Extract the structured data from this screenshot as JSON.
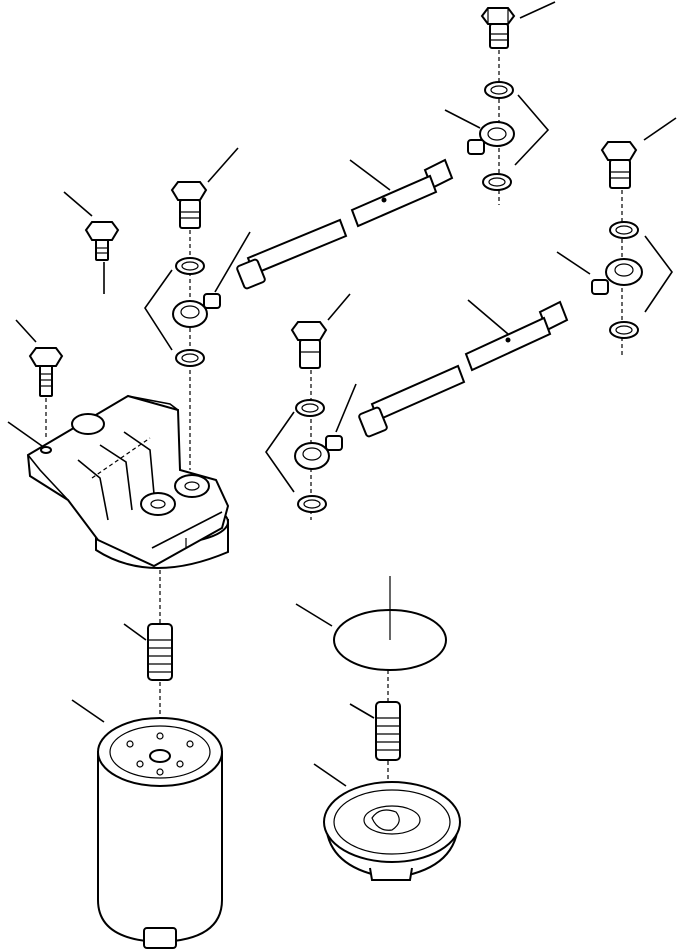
{
  "diagram": {
    "parts": [
      {
        "name": "upper-right-banjo-bolt"
      },
      {
        "name": "right-hose-assembly"
      },
      {
        "name": "right-lower-hose-assembly"
      },
      {
        "name": "left-hose-assembly"
      },
      {
        "name": "left-banjo-bolt"
      },
      {
        "name": "mounting-bolt-small"
      },
      {
        "name": "mounting-bolt-left"
      },
      {
        "name": "filter-head"
      },
      {
        "name": "adapter-nipple-left"
      },
      {
        "name": "fuel-filter-cartridge"
      },
      {
        "name": "gasket"
      },
      {
        "name": "adapter-nipple-right"
      },
      {
        "name": "filter-cover"
      }
    ]
  }
}
